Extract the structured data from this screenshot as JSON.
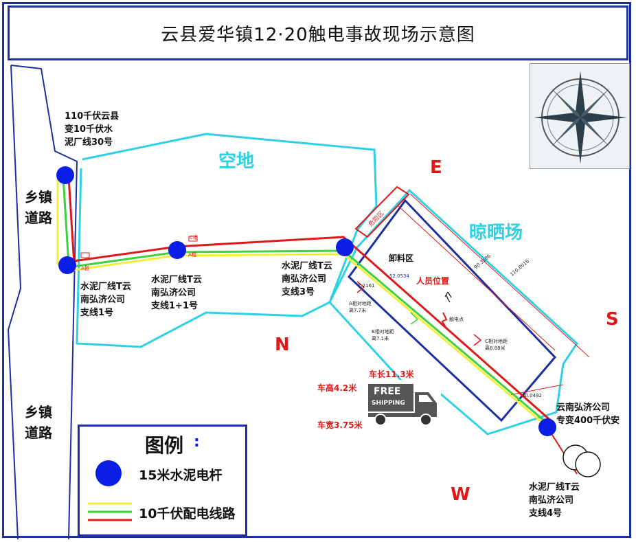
{
  "title": "云县爱华镇12·20触电事故现场示意图",
  "roads": {
    "upper": "乡镇\n道路",
    "lower": "乡镇\n道路"
  },
  "zones": {
    "empty_lot": "空地",
    "drying_yard": "晾晒场",
    "unload_area": "卸料区"
  },
  "directions": {
    "e": "E",
    "s": "S",
    "w": "W",
    "n": "N"
  },
  "poles": {
    "source": "110千伏云县\n变10千伏水\n泥厂线30号",
    "branch1": "水泥厂线T云\n南弘济公司\n支线1号",
    "branch1p1": "水泥厂线T云\n南弘济公司\n支线1+1号",
    "branch3": "水泥厂线T云\n南弘济公司\n支线3号",
    "branch4": "水泥厂线T云\n南弘济公司\n支线4号",
    "transformer": "云南弘济公司\n专变400千伏安"
  },
  "markers": {
    "person": "人员位置",
    "touch_point": "触电点",
    "a_phase": "A相",
    "c_phase": "C相",
    "b_phase": "B相",
    "a_height": "A相对地距\n离7.7米",
    "b_height": "B相对地距\n离7.1米",
    "c_height": "C相对地距\n离8.88米",
    "dim_110": "110.8016",
    "dim_90": "90.3186",
    "dim_30": "30.0492",
    "dim_52": "52.0534",
    "dim_7": "7.2161",
    "hazard": "危险区"
  },
  "truck": {
    "height": "车高4.2米",
    "length": "车长11.3米",
    "width": "车宽3.75米",
    "free": "FREE",
    "shipping": "SHIPPING"
  },
  "legend": {
    "title": "图例",
    "pole": "15米水泥电杆",
    "line": "10千伏配电线路"
  },
  "colors": {
    "pole": "#0a1ee6",
    "line_yellow": "#f2ee3a",
    "line_green": "#3fd03f",
    "line_red": "#e01818",
    "area_outline": "#2ed0e6",
    "border": "#1d2fa0"
  }
}
